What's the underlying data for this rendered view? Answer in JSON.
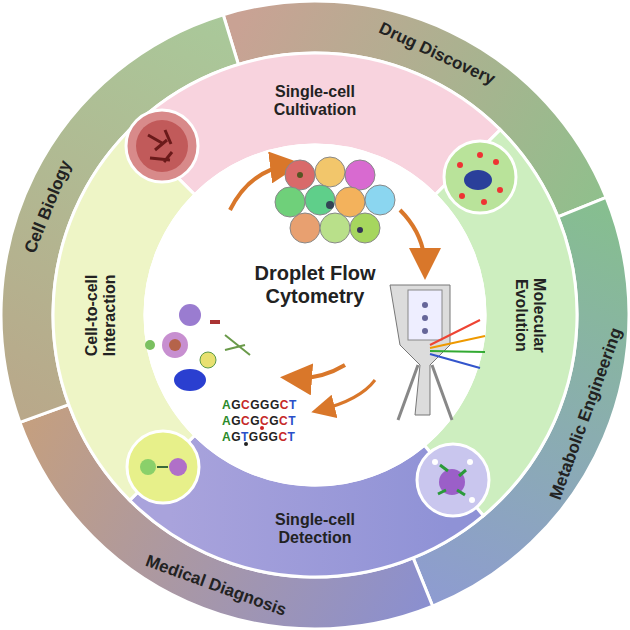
{
  "diagram": {
    "nodes": [
      {
        "text": [
          "Drug Discovery"
        ]
      },
      {
        "text": [
          "Metabolic Engineering"
        ]
      },
      {
        "text": [
          "Medical Diagnosis"
        ]
      },
      {
        "text": [
          "Cell Biology"
        ]
      },
      {
        "text": [
          "Single-cell Cultivation"
        ]
      },
      {
        "text": [
          "Molecular Evolution"
        ]
      },
      {
        "text": [
          "Single-cell Detection"
        ]
      },
      {
        "text": [
          "Cell-to-cell Interaction"
        ]
      },
      {
        "text": [
          "Droplet Flow Cytometry"
        ]
      }
    ],
    "labels": [
      "AGCGGGCT",
      "AGCGCGCT",
      "AGTGGGCT"
    ]
  }
}
